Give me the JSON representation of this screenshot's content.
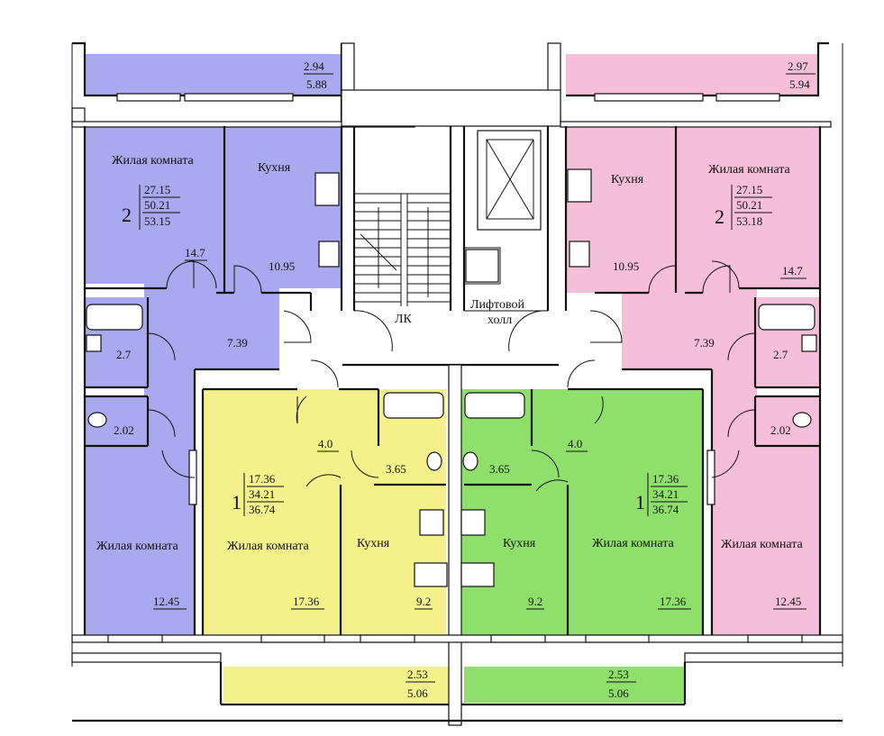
{
  "colors": {
    "apt2_left": "#a9a9ef",
    "apt2_right": "#f6bfd9",
    "apt1_left": "#f4f18a",
    "apt1_right": "#8fe06a",
    "background": "#ffffff",
    "wall": "#111111"
  },
  "apartments": {
    "left_2room": {
      "rooms_count": "2",
      "area_living": "27.15",
      "area_total": "50.21",
      "area_with_balcony": "53.15",
      "living_room_1": {
        "label": "Жилая комната",
        "area": "14.7"
      },
      "living_room_2": {
        "label": "Жилая комната",
        "area": "12.45"
      },
      "kitchen": {
        "label": "Кухня",
        "area": "10.95"
      },
      "hall": {
        "area": "7.39"
      },
      "bathroom": {
        "area": "2.7"
      },
      "wc": {
        "area": "2.02"
      },
      "balcony": {
        "area": "2.94",
        "area_full": "5.88"
      }
    },
    "right_2room": {
      "rooms_count": "2",
      "area_living": "27.15",
      "area_total": "50.21",
      "area_with_balcony": "53.18",
      "living_room_1": {
        "label": "Жилая комната",
        "area": "14.7"
      },
      "living_room_2": {
        "label": "Жилая комната",
        "area": "12.45"
      },
      "kitchen": {
        "label": "Кухня",
        "area": "10.95"
      },
      "hall": {
        "area": "7.39"
      },
      "bathroom": {
        "area": "2.7"
      },
      "wc": {
        "area": "2.02"
      },
      "balcony": {
        "area": "2.97",
        "area_full": "5.94"
      }
    },
    "left_1room": {
      "rooms_count": "1",
      "area_living": "17.36",
      "area_total": "34.21",
      "area_with_balcony": "36.74",
      "living_room": {
        "label": "Жилая комната",
        "area": "17.36"
      },
      "kitchen": {
        "label": "Кухня",
        "area": "9.2"
      },
      "hall": {
        "area": "4.0"
      },
      "bathroom": {
        "area": "3.65"
      },
      "balcony": {
        "area": "2.53",
        "area_full": "5.06"
      }
    },
    "right_1room": {
      "rooms_count": "1",
      "area_living": "17.36",
      "area_total": "34.21",
      "area_with_balcony": "36.74",
      "living_room": {
        "label": "Жилая комната",
        "area": "17.36"
      },
      "kitchen": {
        "label": "Кухня",
        "area": "9.2"
      },
      "hall": {
        "area": "4.0"
      },
      "bathroom": {
        "area": "3.65"
      },
      "balcony": {
        "area": "2.53",
        "area_full": "5.06"
      }
    }
  },
  "common": {
    "stairwell_label": "ЛК",
    "elevator_hall_line1": "Лифтовой",
    "elevator_hall_line2": "холл"
  }
}
